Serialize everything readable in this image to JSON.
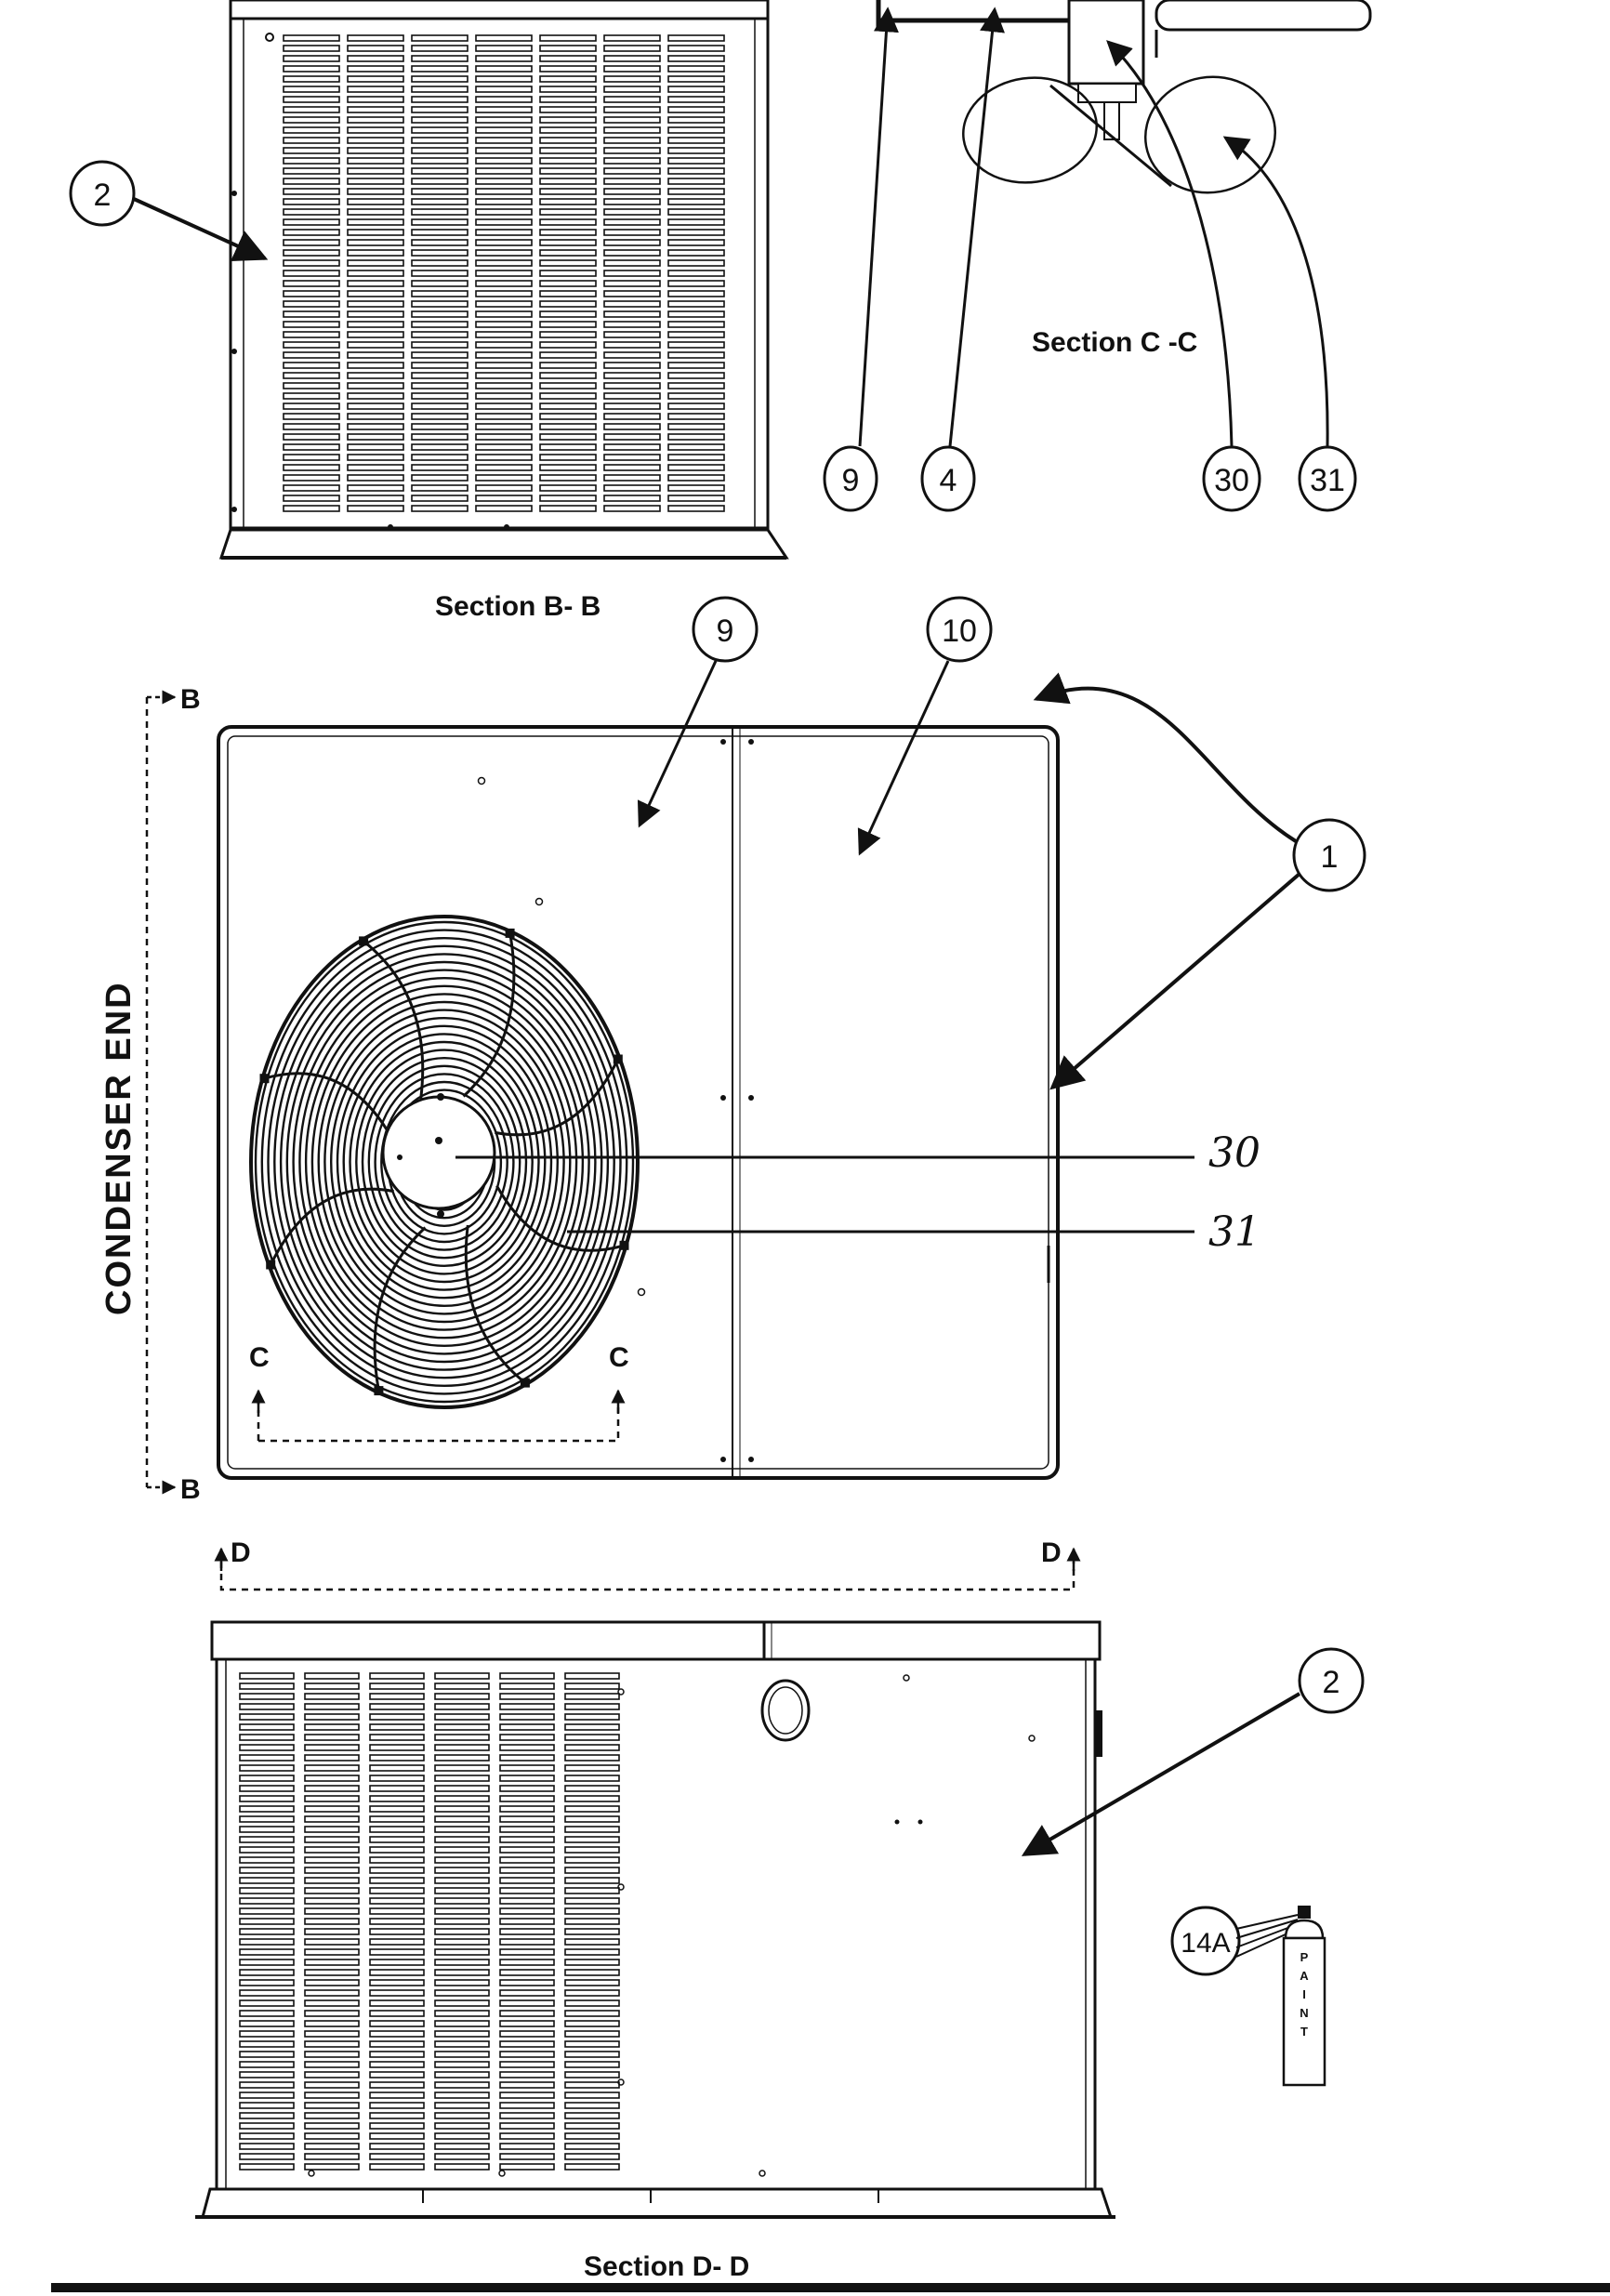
{
  "sections": {
    "b": "Section B- B",
    "c": "Section C -C",
    "d": "Section D- D"
  },
  "side_label": "CONDENSER END",
  "callouts": {
    "c2_top": "2",
    "c9_secc": "9",
    "c4_secc": "4",
    "c30_secc": "30",
    "c31_secc": "31",
    "c9_top": "9",
    "c10_top": "10",
    "c1": "1",
    "c2_front": "2",
    "c14a": "14A"
  },
  "handwritten": {
    "l30": "30",
    "l31": "31"
  },
  "markers": {
    "b_top": "B",
    "b_bottom": "B",
    "c_left": "C",
    "c_right": "C",
    "d_left": "D",
    "d_right": "D"
  },
  "paint_can": {
    "letters": [
      "P",
      "A",
      "I",
      "N",
      "T"
    ]
  }
}
